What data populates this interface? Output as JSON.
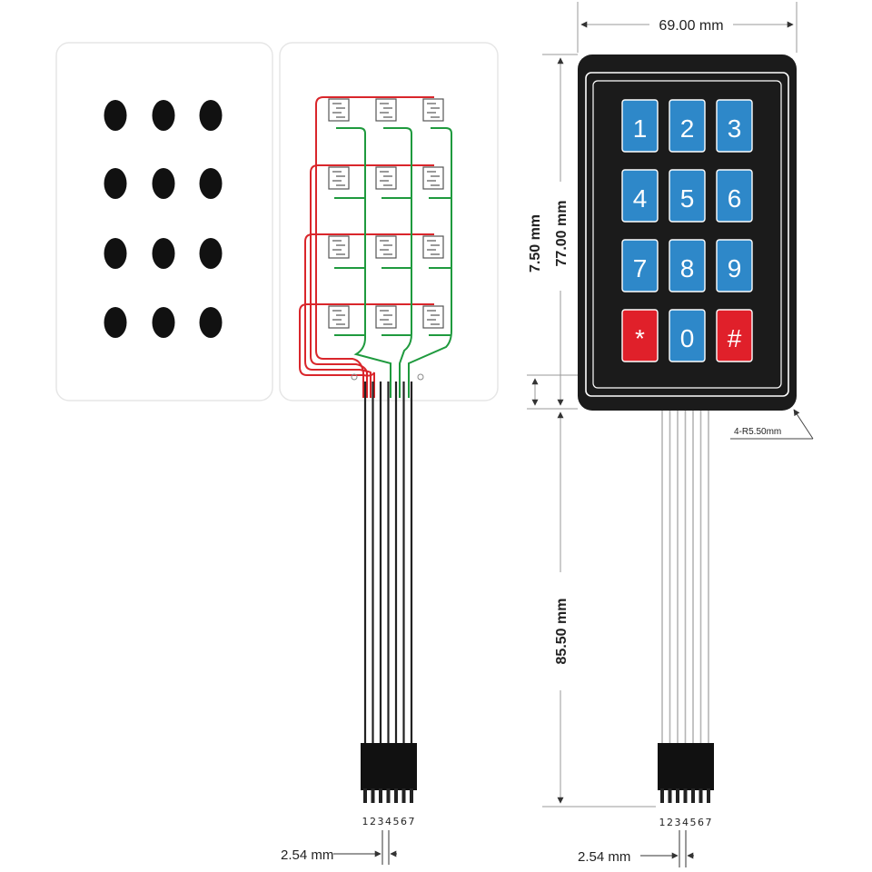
{
  "title": "3x4 membrane keypad dimension drawing",
  "dimensions": {
    "width": "69.00 mm",
    "height_total": "77.00 mm",
    "tab_offset": "7.50 mm",
    "cable_length": "85.50 mm",
    "corner_radius": "4-R5.50mm",
    "pin_pitch_left": "2.54 mm",
    "pin_pitch_right": "2.54 mm"
  },
  "pin_labels_left": [
    "1",
    "2",
    "3",
    "4",
    "5",
    "6",
    "7"
  ],
  "pin_labels_right": [
    "1",
    "2",
    "3",
    "4",
    "5",
    "6",
    "7"
  ],
  "keys": [
    {
      "label": "1",
      "type": "num"
    },
    {
      "label": "2",
      "type": "num"
    },
    {
      "label": "3",
      "type": "num"
    },
    {
      "label": "4",
      "type": "num"
    },
    {
      "label": "5",
      "type": "num"
    },
    {
      "label": "6",
      "type": "num"
    },
    {
      "label": "7",
      "type": "num"
    },
    {
      "label": "8",
      "type": "num"
    },
    {
      "label": "9",
      "type": "num"
    },
    {
      "label": "*",
      "type": "special"
    },
    {
      "label": "0",
      "type": "num"
    },
    {
      "label": "#",
      "type": "special"
    }
  ],
  "colors": {
    "key_blue": "#2e88c9",
    "key_red": "#e0202a",
    "keypad_body": "#1b1b1b",
    "trace_red": "#d9262b",
    "trace_green": "#1f9a3e",
    "cable": "#222222",
    "cable_light": "#b5b5b5"
  }
}
